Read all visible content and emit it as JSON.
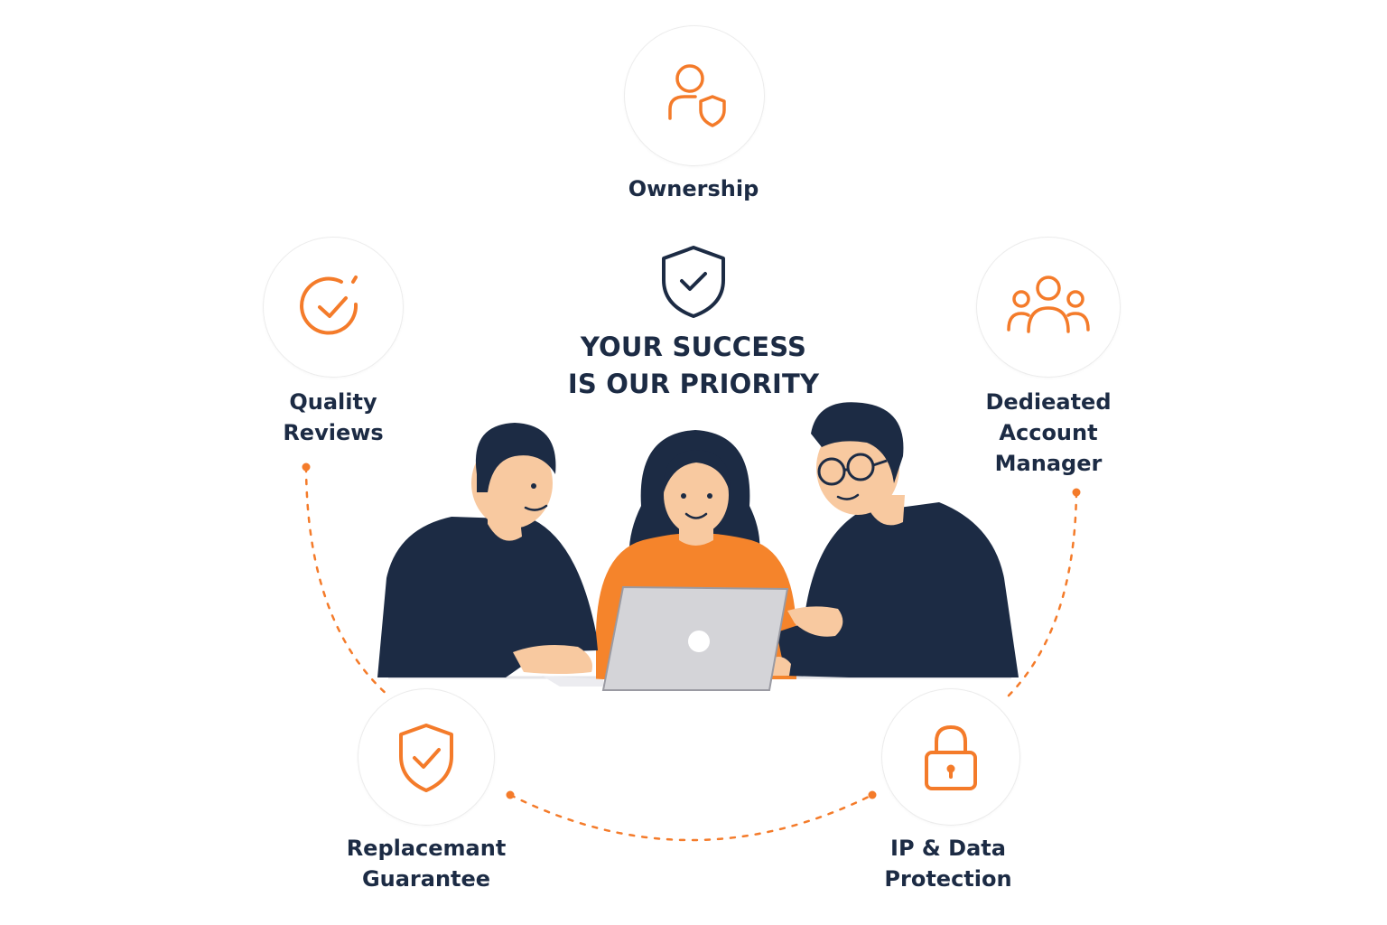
{
  "headline": "YOUR SUCCESS\nIS OUR PRIORITY",
  "colors": {
    "accent": "#f47b2a",
    "navy": "#1c2b44",
    "shirt_orange": "#f5842b",
    "skin": "#f8c9a0",
    "laptop": "#d4d4d8"
  },
  "features": [
    {
      "label": "Ownership",
      "icon": "user-shield-icon"
    },
    {
      "label": "Quality\nReviews",
      "icon": "check-circle-icon"
    },
    {
      "label": "Dedieated\nAccount\nManager",
      "icon": "team-icon"
    },
    {
      "label": "Replacemant\nGuarantee",
      "icon": "shield-check-icon"
    },
    {
      "label": "IP & Data\nProtection",
      "icon": "padlock-icon"
    }
  ],
  "center_icon": "shield-check-icon"
}
